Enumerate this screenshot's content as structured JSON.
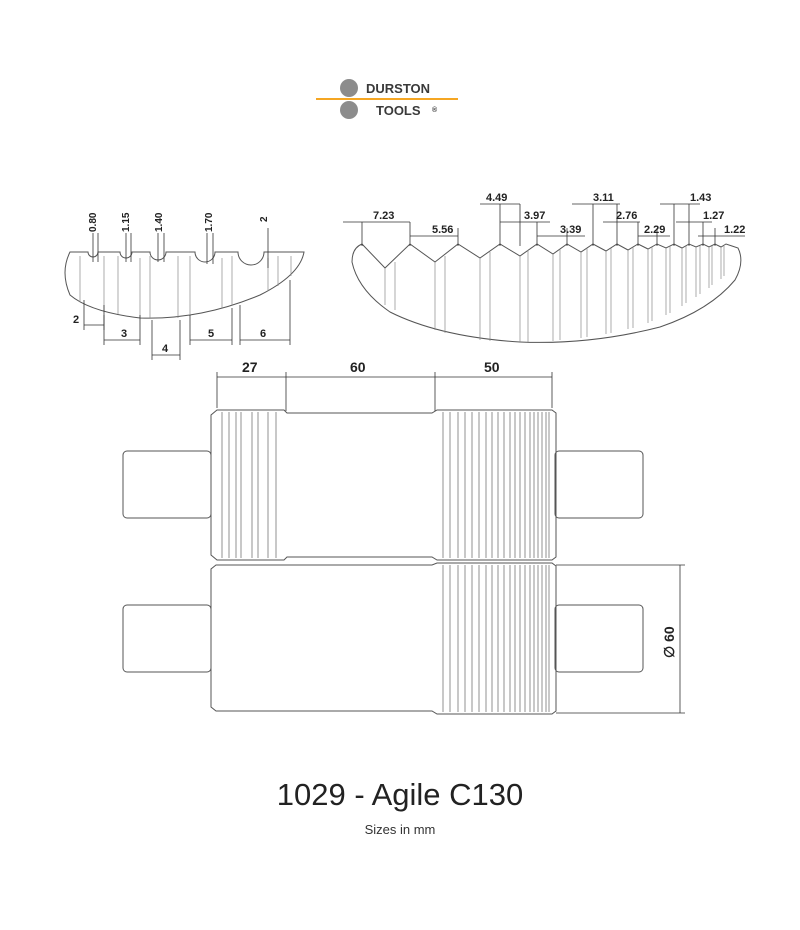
{
  "logo": {
    "line1": "DURSTON",
    "line2": "TOOLS",
    "mark": "®",
    "accent_color": "#f5a623",
    "dot_color": "#8c8c8c"
  },
  "left_profile": {
    "groove_depths": [
      "0.80",
      "1.15",
      "1.40",
      "1.70",
      "2"
    ],
    "groove_widths": [
      "2",
      "3",
      "4",
      "5",
      "6"
    ]
  },
  "right_profile": {
    "row1": [
      "4.49",
      "3.11",
      "1.43"
    ],
    "row2": [
      "7.23",
      "3.97",
      "2.76",
      "1.27"
    ],
    "row3": [
      "5.56",
      "3.39",
      "2.29",
      "1.22"
    ]
  },
  "rolls": {
    "section_lengths": [
      "27",
      "60",
      "50"
    ],
    "diameter_label": "∅ 60"
  },
  "title": "1029 - Agile C130",
  "subtitle": "Sizes in mm"
}
